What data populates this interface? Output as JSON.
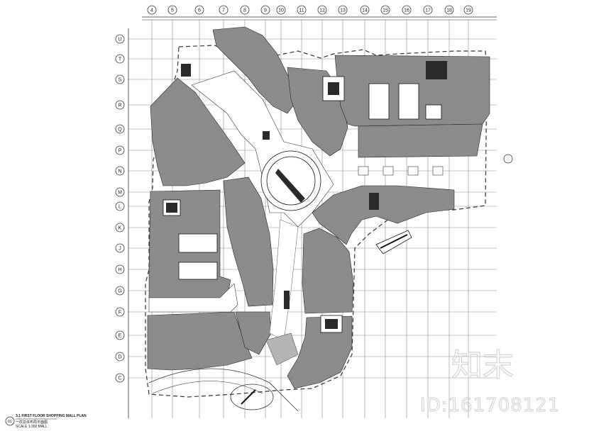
{
  "drawing": {
    "top_axes": [
      "4",
      "5",
      "6",
      "7",
      "8",
      "9",
      "10",
      "11",
      "12",
      "13",
      "14",
      "15",
      "16",
      "17",
      "18",
      "19"
    ],
    "left_axes": [
      "U",
      "T",
      "S",
      "R",
      "Q",
      "P",
      "N",
      "M",
      "L",
      "K",
      "J",
      "H",
      "G",
      "F",
      "E",
      "D",
      "C"
    ],
    "title_line1": "3.1 FIRST FLOOR SHOPPING MALL PLAN",
    "title_line2": "一层总体布局平面图",
    "title_scale": "SCALE 1:300 MALL",
    "title_number": "01"
  },
  "watermark": {
    "logo_text": "知末",
    "id_text": "ID:161708121"
  },
  "colors": {
    "tenant": "#8c8c8c",
    "grid": "#8a8a8a",
    "line": "#222222"
  }
}
